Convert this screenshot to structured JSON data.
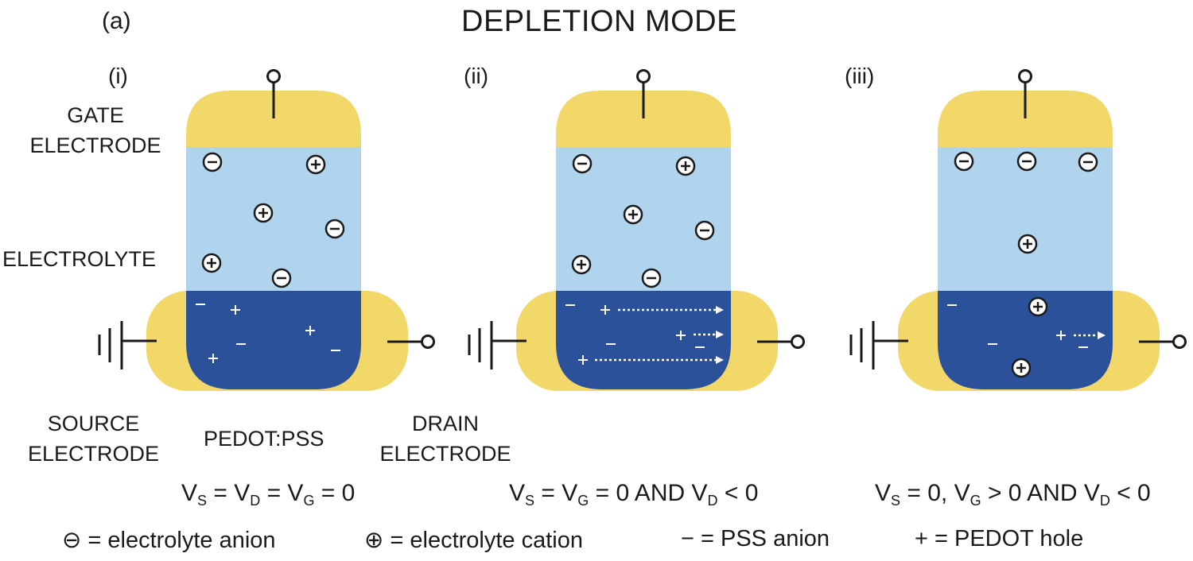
{
  "figure_label": "(a)",
  "title": "DEPLETION MODE",
  "panels": [
    {
      "label": "(i)",
      "condition": {
        "p1": "V",
        "s1": "S",
        "p2": " = V",
        "s2": "D",
        "p3": " = V",
        "s3": "G",
        "p4": " = 0"
      }
    },
    {
      "label": "(ii)",
      "condition": {
        "p1": "V",
        "s1": "S",
        "p2": " = V",
        "s2": "G",
        "p3": " = 0 AND V",
        "s3": "D",
        "p4": " < 0"
      }
    },
    {
      "label": "(iii)",
      "condition": {
        "p1": "V",
        "s1": "S",
        "p2": " = 0, V",
        "s2": "G",
        "p3": " > 0 AND V",
        "s3": "D",
        "p4": " < 0"
      }
    }
  ],
  "labels": {
    "gate_line1": "GATE",
    "gate_line2": "ELECTRODE",
    "electrolyte": "ELECTROLYTE",
    "source_line1": "SOURCE",
    "source_line2": "ELECTRODE",
    "pedot": "PEDOT:PSS",
    "drain_line1": "DRAIN",
    "drain_line2": "ELECTRODE"
  },
  "legend": {
    "anion_symbol": "⊖",
    "anion_text": "= electrolyte anion",
    "cation_symbol": "⊕",
    "cation_text": "= electrolyte cation",
    "pss_symbol": "−",
    "pss_text": "= PSS anion",
    "hole_symbol": "+",
    "hole_text": "= PEDOT hole"
  },
  "colors": {
    "electrode_gold": "#f2d769",
    "electrolyte_blue": "#b0d3ee",
    "pedot_blue": "#2b519a",
    "ink": "#1a1a1a",
    "white": "#ffffff"
  }
}
